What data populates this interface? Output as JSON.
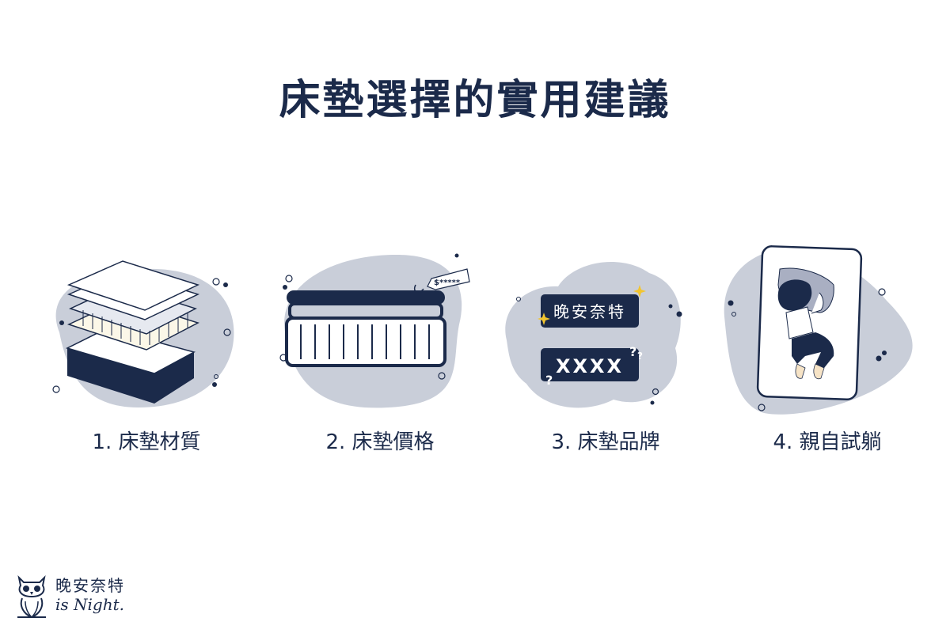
{
  "title": "床墊選擇的實用建議",
  "colors": {
    "navy": "#1b2a4a",
    "blob": "#c9ced9",
    "cream": "#fbf7e8",
    "sparkle": "#f2c530",
    "pillow": "#a9afc2"
  },
  "items": [
    {
      "label": "1. 床墊材質",
      "icon": "layered-mattress-icon"
    },
    {
      "label": "2. 床墊價格",
      "icon": "mattress-price-tag-icon",
      "price_tag": "$*****"
    },
    {
      "label": "3. 床墊品牌",
      "icon": "brand-badges-icon",
      "brand_known": "晚安奈特",
      "brand_unknown": "XXXX"
    },
    {
      "label": "4. 親自試躺",
      "icon": "person-lying-on-mattress-icon"
    }
  ],
  "logo": {
    "zh": "晚安奈特",
    "en": "is Night."
  }
}
